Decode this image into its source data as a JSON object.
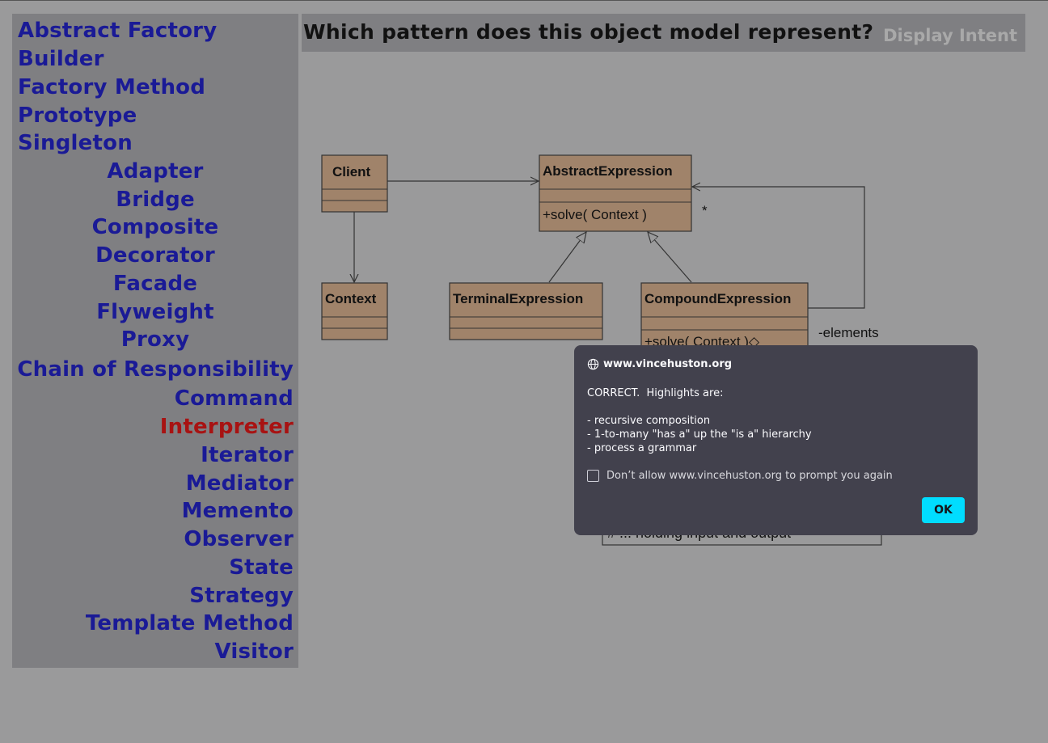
{
  "header": {
    "question": "Which pattern does this object model represent?",
    "intent_button": "Display Intent"
  },
  "sidebar": {
    "creational": [
      "Abstract Factory",
      "Builder",
      "Factory Method",
      "Prototype",
      "Singleton"
    ],
    "structural": [
      "Adapter",
      "Bridge",
      "Composite",
      "Decorator",
      "Facade",
      "Flyweight",
      "Proxy"
    ],
    "behavioral": [
      "Chain of Responsibility",
      "Command",
      "Interpreter",
      "Iterator",
      "Mediator",
      "Memento",
      "Observer",
      "State",
      "Strategy",
      "Template Method",
      "Visitor"
    ],
    "active_item": "Interpreter",
    "link_color": "#1a1a96",
    "active_color": "#a81212"
  },
  "diagram": {
    "classes": {
      "client": "Client",
      "context": "Context",
      "abstract_expression": "AbstractExpression",
      "abstract_expression_op": "+solve( Context )",
      "terminal_expression": "TerminalExpression",
      "compound_expression": "CompoundExpression",
      "compound_expression_op": "+solve( Context )◇"
    },
    "multiplicity": "*",
    "role_label": "-elements",
    "note_text": "# ... holding input and output"
  },
  "dialog": {
    "origin": "www.vincehuston.org",
    "message_title": "CORRECT.  Highlights are:",
    "highlights": [
      "- recursive composition",
      "- 1-to-many \"has a\" up the \"is a\" hierarchy",
      "- process a grammar"
    ],
    "checkbox_label": "Don’t allow www.vincehuston.org to prompt you again",
    "ok_label": "OK",
    "accent_color": "#00ddff"
  }
}
